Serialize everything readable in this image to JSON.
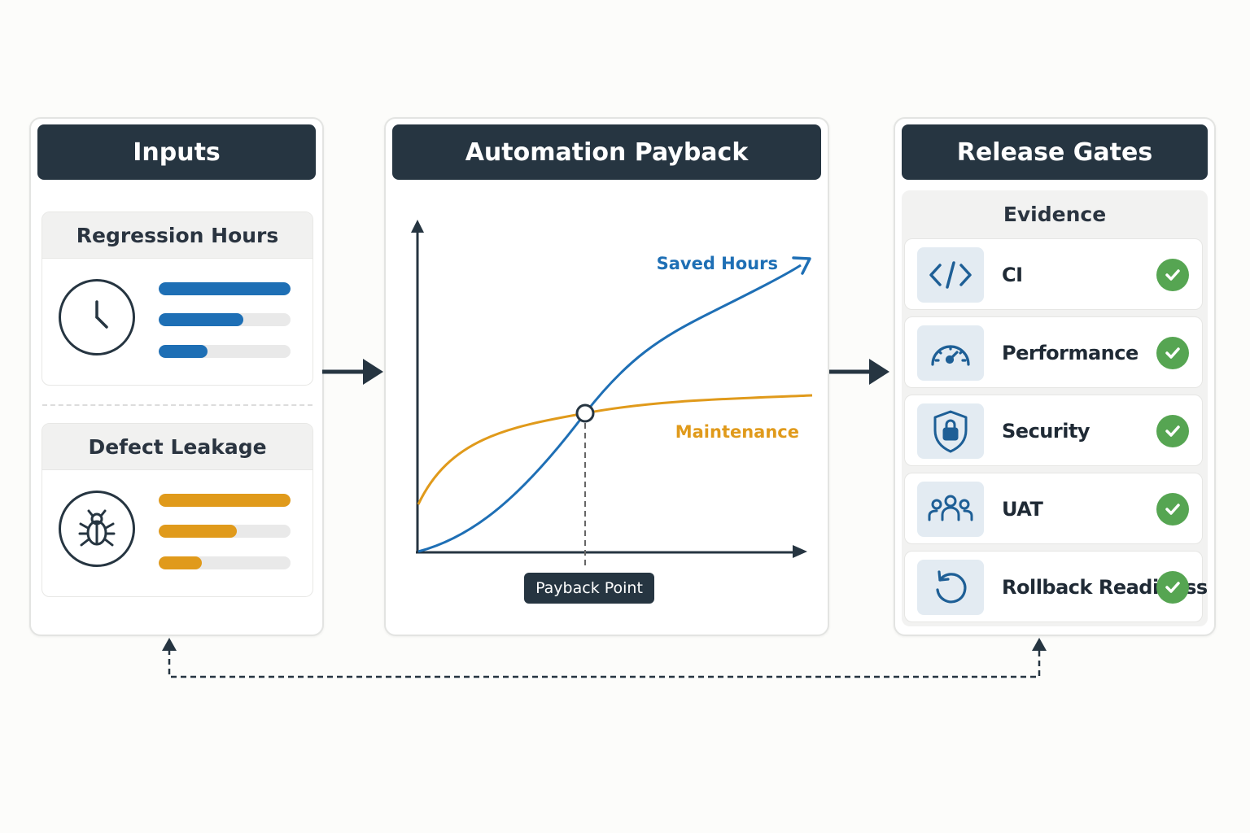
{
  "inputs_panel": {
    "title": "Inputs",
    "regression": {
      "title": "Regression Hours",
      "icon": "clock-icon",
      "bar_color": "#1e6fb5",
      "bars": [
        1.0,
        0.64,
        0.37
      ]
    },
    "defect": {
      "title": "Defect Leakage",
      "icon": "bug-icon",
      "bar_color": "#e09a1b",
      "bars": [
        1.0,
        0.59,
        0.33
      ]
    }
  },
  "payback_panel": {
    "title": "Automation Payback",
    "saved_label": "Saved Hours",
    "maintenance_label": "Maintenance",
    "payback_label": "Payback Point",
    "saved_color": "#1e6fb5",
    "maintenance_color": "#e09a1b"
  },
  "gates_panel": {
    "title": "Release Gates",
    "evidence_title": "Evidence",
    "check_color": "#56a552",
    "gates": [
      {
        "label": "CI",
        "icon": "code-icon",
        "passed": true
      },
      {
        "label": "Performance",
        "icon": "gauge-icon",
        "passed": true
      },
      {
        "label": "Security",
        "icon": "shield-lock-icon",
        "passed": true
      },
      {
        "label": "UAT",
        "icon": "users-icon",
        "passed": true
      },
      {
        "label": "Rollback Readiness",
        "icon": "rollback-icon",
        "passed": true
      }
    ]
  },
  "colors": {
    "header_bg": "#263541",
    "axis": "#263541",
    "icon_blue": "#1e5f96"
  }
}
